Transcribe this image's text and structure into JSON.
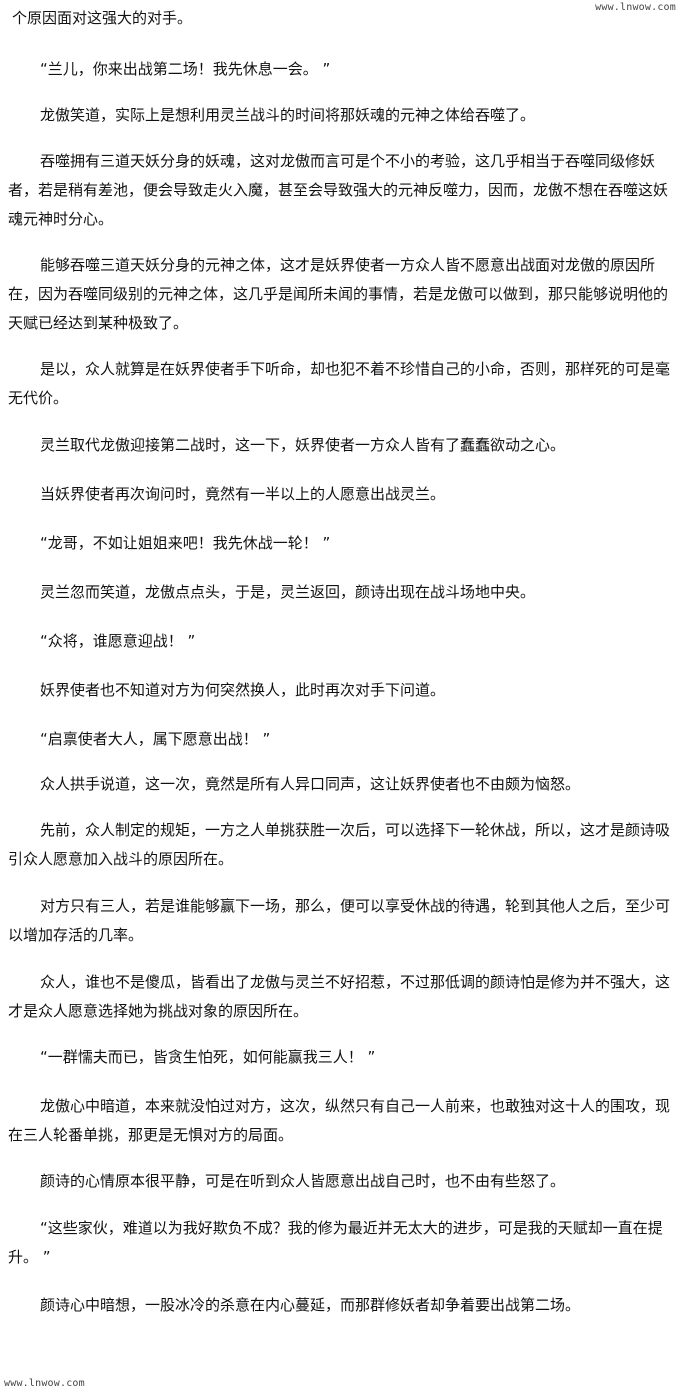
{
  "watermark": {
    "top": "www.lnwow.com",
    "bottom": "www.lnwow.com"
  },
  "paragraphs": [
    "个原因面对这强大的对手。",
    "“兰儿，你来出战第二场！我先休息一会。 ”",
    "龙傲笑道，实际上是想利用灵兰战斗的时间将那妖魂的元神之体给吞噬了。",
    "吞噬拥有三道天妖分身的妖魂，这对龙傲而言可是个不小的考验，这几乎相当于吞噬同级修妖者，若是稍有差池，便会导致走火入魔，甚至会导致强大的元神反噬力，因而，龙傲不想在吞噬这妖魂元神时分心。",
    "能够吞噬三道天妖分身的元神之体，这才是妖界使者一方众人皆不愿意出战面对龙傲的原因所在，因为吞噬同级别的元神之体，这几乎是闻所未闻的事情，若是龙傲可以做到，那只能够说明他的天赋已经达到某种极致了。",
    "是以，众人就算是在妖界使者手下听命，却也犯不着不珍惜自己的小命，否则，那样死的可是毫无代价。",
    "灵兰取代龙傲迎接第二战时，这一下，妖界使者一方众人皆有了蠢蠢欲动之心。",
    "当妖界使者再次询问时，竟然有一半以上的人愿意出战灵兰。",
    "“龙哥，不如让姐姐来吧！我先休战一轮！ ”",
    "灵兰忽而笑道，龙傲点点头，于是，灵兰返回，颜诗出现在战斗场地中央。",
    "“众将，谁愿意迎战！ ”",
    "妖界使者也不知道对方为何突然换人，此时再次对手下问道。",
    "“启禀使者大人，属下愿意出战！ ”",
    "众人拱手说道，这一次，竟然是所有人异口同声，这让妖界使者也不由颇为恼怒。",
    "先前，众人制定的规矩，一方之人单挑获胜一次后，可以选择下一轮休战，所以，这才是颜诗吸引众人愿意加入战斗的原因所在。",
    "对方只有三人，若是谁能够赢下一场，那么，便可以享受休战的待遇，轮到其他人之后，至少可以增加存活的几率。",
    "众人，谁也不是傻瓜，皆看出了龙傲与灵兰不好招惹，不过那低调的颜诗怕是修为并不强大，这才是众人愿意选择她为挑战对象的原因所在。",
    "“一群懦夫而已，皆贪生怕死，如何能赢我三人！ ”",
    "龙傲心中暗道，本来就没怕过对方，这次，纵然只有自己一人前来，也敢独对这十人的围攻，现在三人轮番单挑，那更是无惧对方的局面。",
    "颜诗的心情原本很平静，可是在听到众人皆愿意出战自己时，也不由有些怒了。",
    "“这些家伙，难道以为我好欺负不成？我的修为最近并无太大的进步，可是我的天赋却一直在提升。 ”",
    "颜诗心中暗想，一股冰冷的杀意在内心蔓延，而那群修妖者却争着要出战第二场。"
  ]
}
